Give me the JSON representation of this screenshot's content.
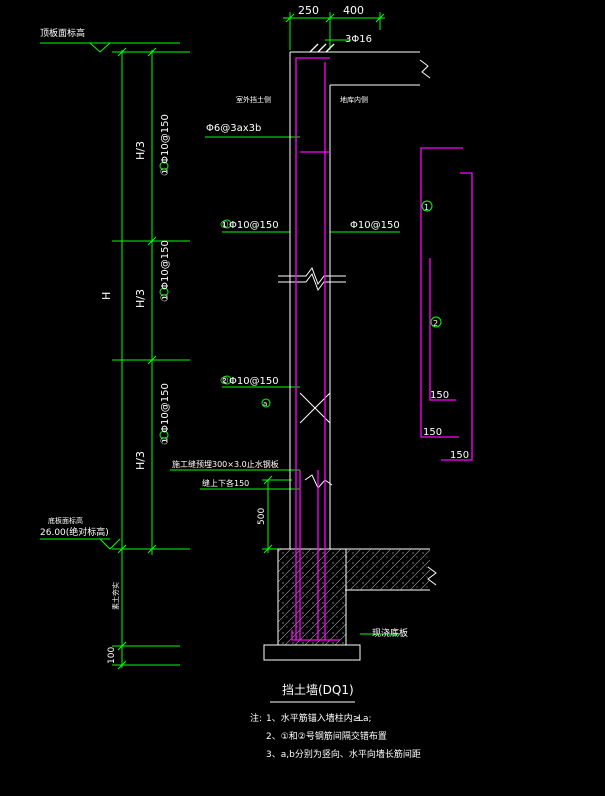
{
  "dims": {
    "top_left": "250",
    "top_right": "400",
    "bottom_100": "100",
    "dim_500": "500",
    "h_total": "H",
    "h_third_1": "H/3",
    "h_third_2": "H/3",
    "h_third_3": "H/3"
  },
  "levels": {
    "top_ground": "顶板面标高",
    "bottom_label": "底板面标高",
    "bottom_value": "26.00(绝对标高)",
    "ground": "素土夯实"
  },
  "rebar": {
    "top_bars": "3Φ16",
    "stirrup": "Φ6@3ax3b",
    "zone1_left": "① Φ10@150",
    "zone2_left": "① Φ10@150",
    "zone3_left": "① Φ10@150",
    "mid_left": "①Φ10@150",
    "mid_right": "Φ10@150",
    "lower_left": "②Φ10@150"
  },
  "notes_side": {
    "outside": "室外挡土侧",
    "inside": "地库内侧"
  },
  "joint": {
    "line1": "施工缝预埋300×3.0止水钢板",
    "line2": "缝上下各150"
  },
  "slab_label": "现浇底板",
  "detail": {
    "mark1": "1",
    "mark2": "2",
    "dim_a": "150",
    "dim_b": "150",
    "dim_c": "150"
  },
  "mark_a": "a",
  "title": "挡土墙(DQ1)",
  "notes": {
    "prefix": "注:",
    "n1": "1、水平筋锚入墙柱内≥",
    "n1_val": "La;",
    "n2": "2、①和②号钢筋间隔交错布置",
    "n3": "3、a,b分别为竖向、水平向墙长筋间距"
  },
  "colors": {
    "green": "#00ff00",
    "magenta": "#ff00ff",
    "white": "#ffffff",
    "background": "#000000"
  }
}
